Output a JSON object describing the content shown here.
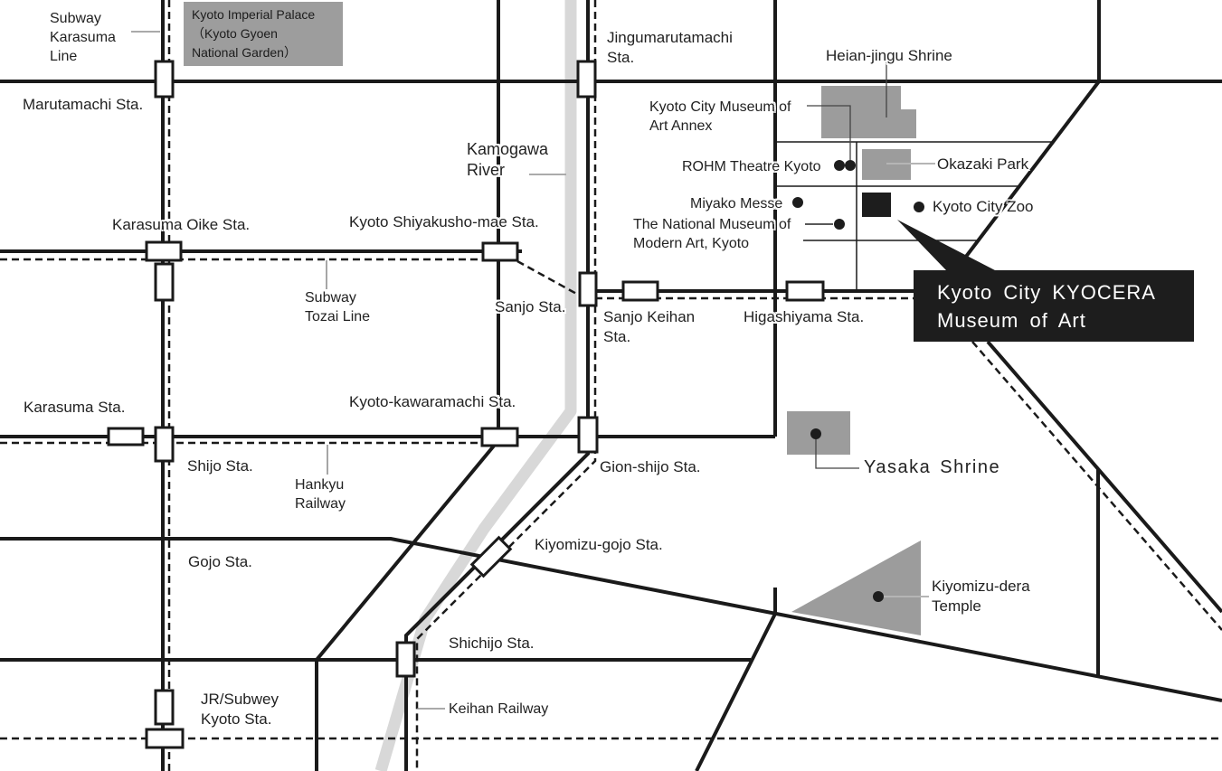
{
  "map_title": "Kyoto City KYOCERA Museum of Art access map",
  "colors": {
    "street": "#1a1a1a",
    "river": "#d8d8d8",
    "landmark_gray": "#9c9c9c",
    "museum_black": "#1d1d1d",
    "callout_bg": "#1d1d1d",
    "callout_text": "#ffffff"
  },
  "labels": {
    "subway_karasuma_line": "Subway\nKarasuma\nLine",
    "imperial_palace": "Kyoto Imperial Palace\n（Kyoto Gyoen\nNational Garden）",
    "marutamachi": "Marutamachi Sta.",
    "jingumarutamachi": "Jingumarutamachi\nSta.",
    "heian_jingu": "Heian-jingu Shrine",
    "kamogawa_river": "Kamogawa\nRiver",
    "museum_annex": "Kyoto City Museum of\nArt Annex",
    "rohm_theatre": "ROHM Theatre Kyoto",
    "okazaki_park": "Okazaki Park",
    "miyako_messe": "Miyako Messe",
    "national_museum": "The National Museum of\nModern Art, Kyoto",
    "kyoto_city_zoo": "Kyoto City Zoo",
    "kyocera_museum": "Kyoto City KYOCERA\nMuseum of Art",
    "karasuma_oike": "Karasuma Oike Sta.",
    "shiyakusho_mae": "Kyoto Shiyakusho-mae Sta.",
    "subway_tozai": "Subway\nTozai Line",
    "sanjo": "Sanjo Sta.",
    "sanjo_keihan": "Sanjo Keihan\nSta.",
    "higashiyama": "Higashiyama Sta.",
    "karasuma": "Karasuma Sta.",
    "kawaramachi": "Kyoto-kawaramachi Sta.",
    "shijo": "Shijo Sta.",
    "hankyu": "Hankyu\nRailway",
    "gion_shijo": "Gion-shijo Sta.",
    "kiyomizu_gojo": "Kiyomizu-gojo Sta.",
    "gojo": "Gojo Sta.",
    "yasaka_shrine": "Yasaka Shrine",
    "kiyomizu_dera": "Kiyomizu-dera\nTemple",
    "shichijo": "Shichijo Sta.",
    "keihan_railway": "Keihan Railway",
    "kyoto_station": "JR/Subwey\nKyoto Sta."
  }
}
